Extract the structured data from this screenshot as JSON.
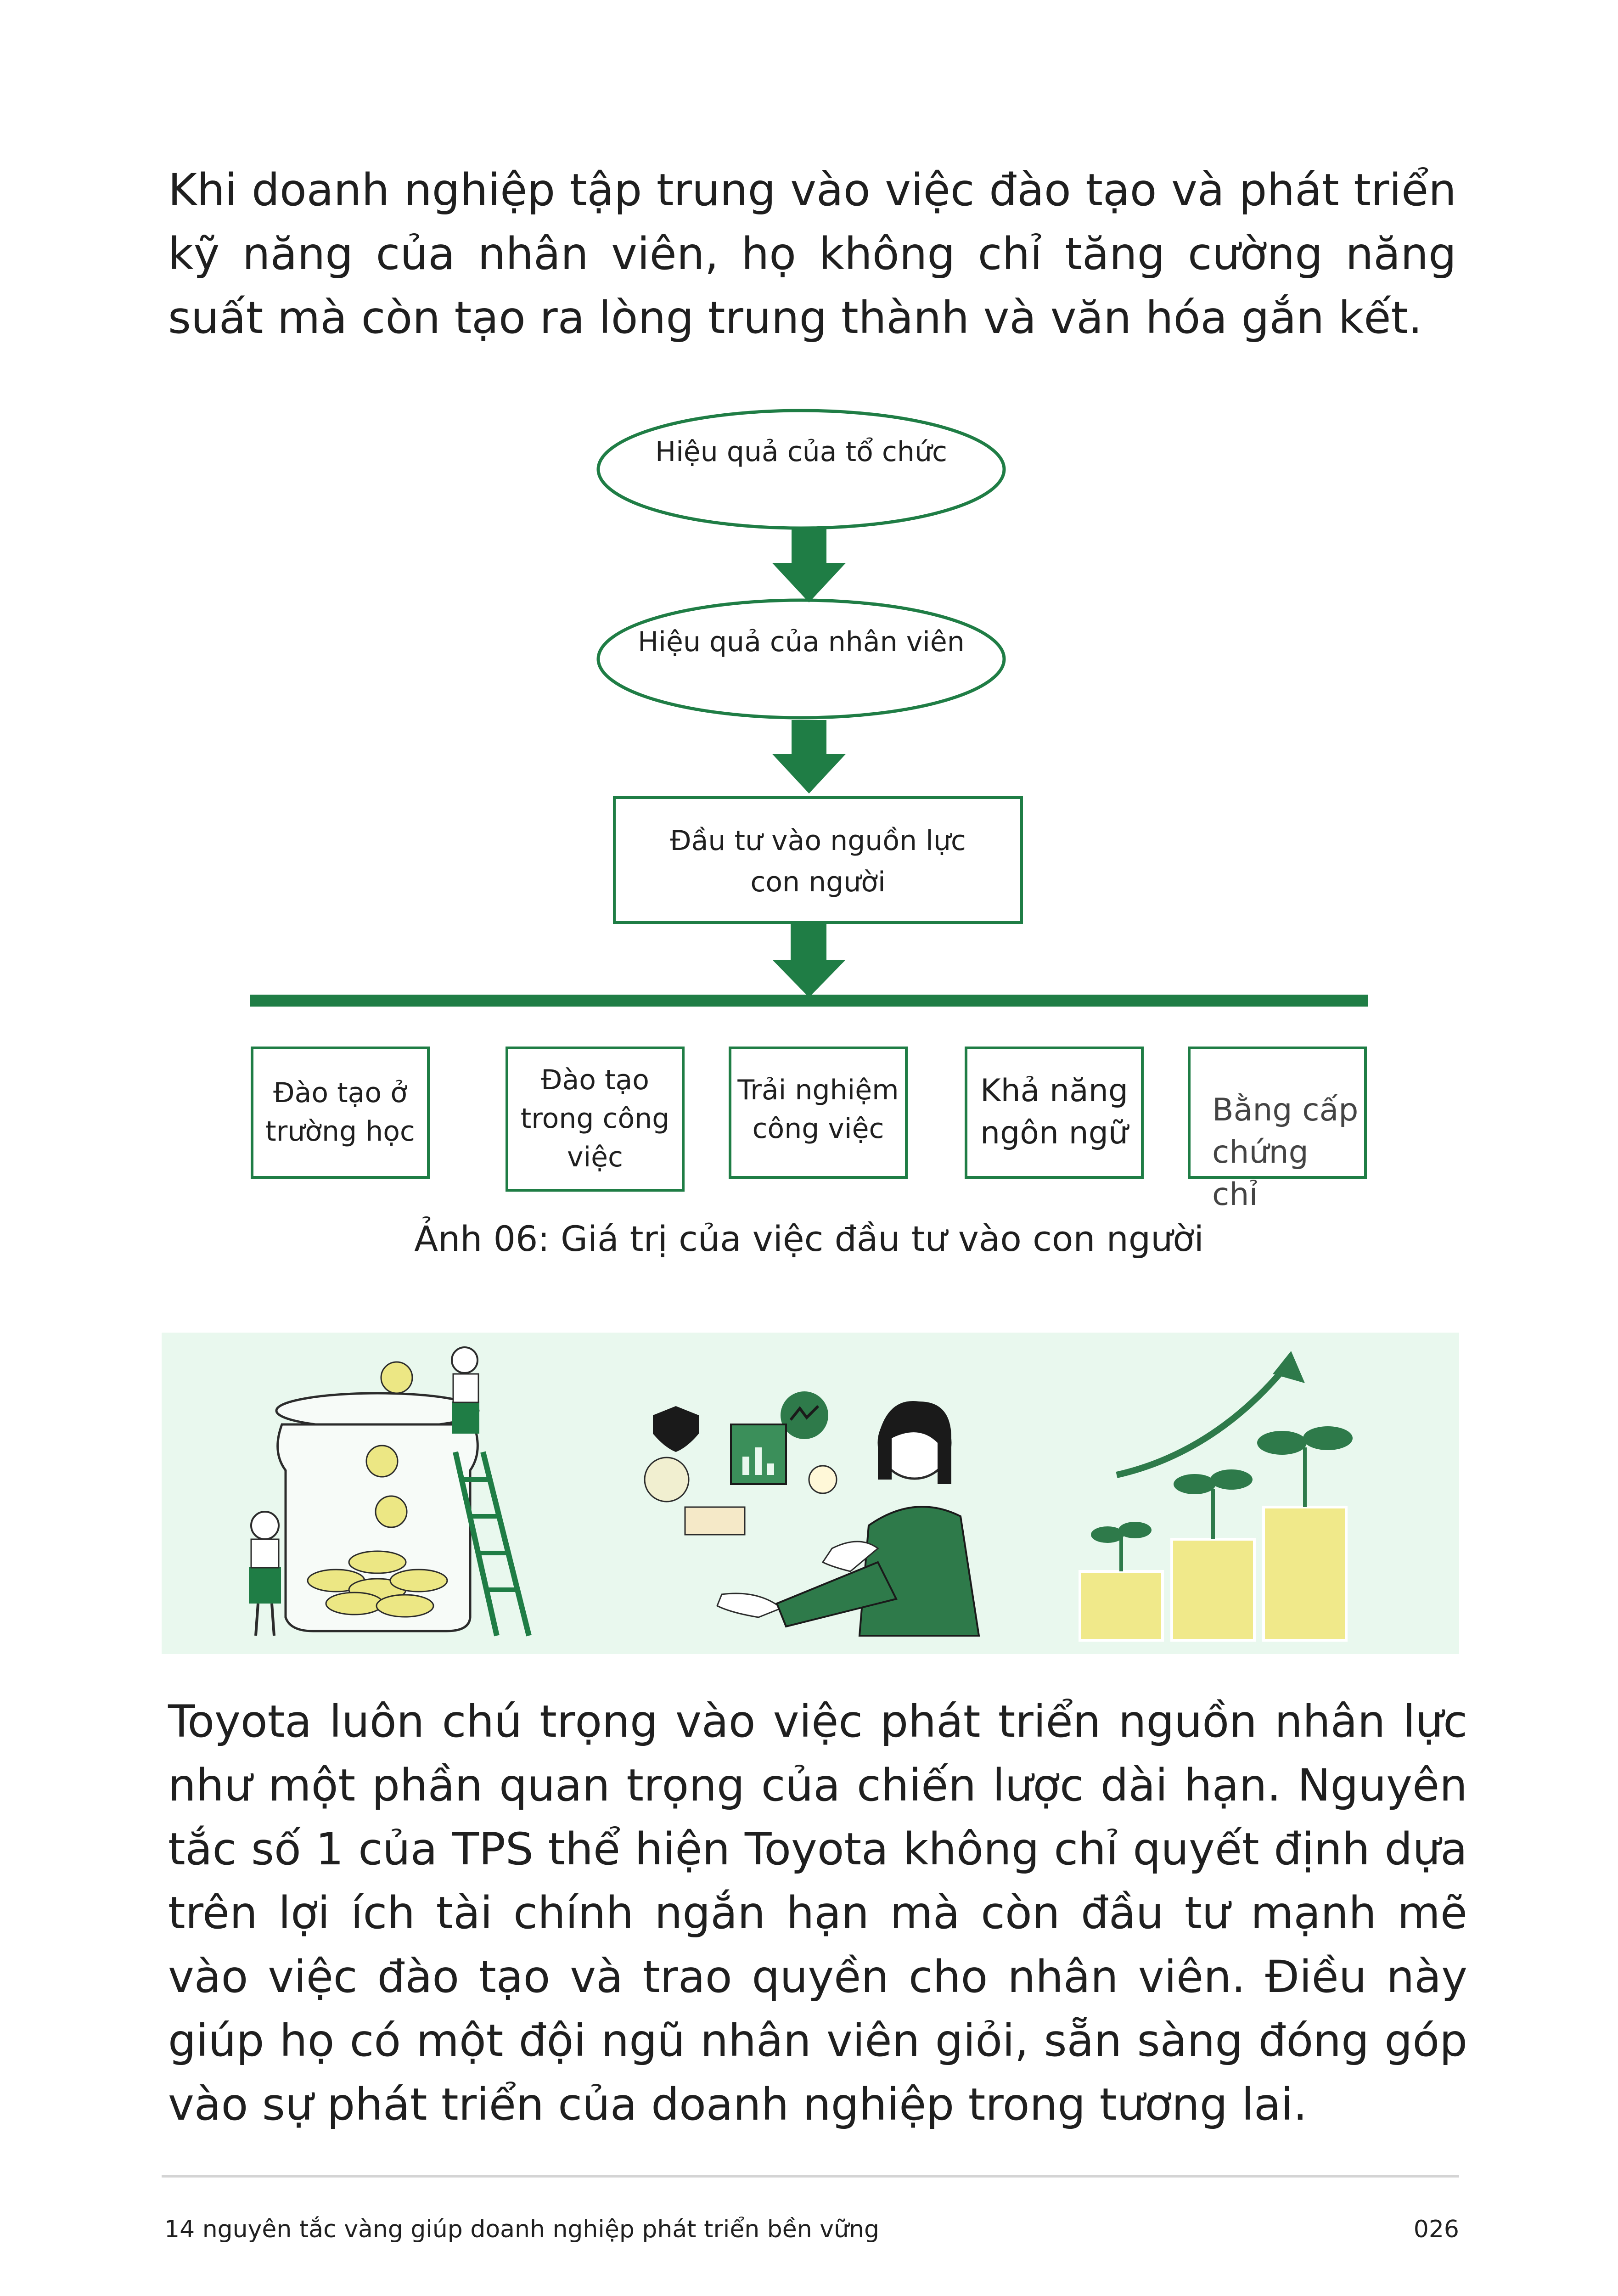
{
  "intro_text": "Khi doanh nghiệp tập trung vào việc đào tạo và phát triển kỹ năng của nhân viên, họ không chỉ tăng cường năng suất mà còn tạo ra lòng trung thành và văn hóa gắn kết.",
  "diagram": {
    "node_org": "Hiệu quả của tổ chức",
    "node_staff": "Hiệu quả của nhân viên",
    "node_invest": "Đầu tư vào nguồn lực\ncon người",
    "branches": [
      "Đào tạo ở\ntrường học",
      "Đào tạo\ntrong công\nviệc",
      "Trải nghiệm\ncông việc",
      "Khả năng\nngôn ngữ",
      "Bằng cấp\nchứng chỉ"
    ],
    "accent_color": "#1f7d45"
  },
  "caption": "Ảnh 06: Giá trị của việc đầu tư vào con người",
  "illustration": {
    "background": "#e9f8ee",
    "icons": [
      "money-jar-illustration-icon",
      "finance-person-illustration-icon",
      "growth-coins-illustration-icon"
    ]
  },
  "body_text": "Toyota luôn chú trọng vào việc phát triển nguồn nhân lực như một phần quan trọng của chiến lược dài hạn. Nguyên tắc số 1 của TPS thể hiện Toyota không chỉ quyết định dựa trên lợi ích tài chính ngắn hạn mà còn đầu tư mạnh mẽ vào việc đào tạo và trao quyền cho nhân viên. Điều này giúp họ có một đội ngũ nhân viên giỏi, sẵn sàng đóng góp vào sự phát triển của doanh nghiệp trong tương lai.",
  "footer": {
    "title": "14 nguyên tắc vàng giúp doanh nghiệp phát triển bền vững",
    "page": "026"
  }
}
